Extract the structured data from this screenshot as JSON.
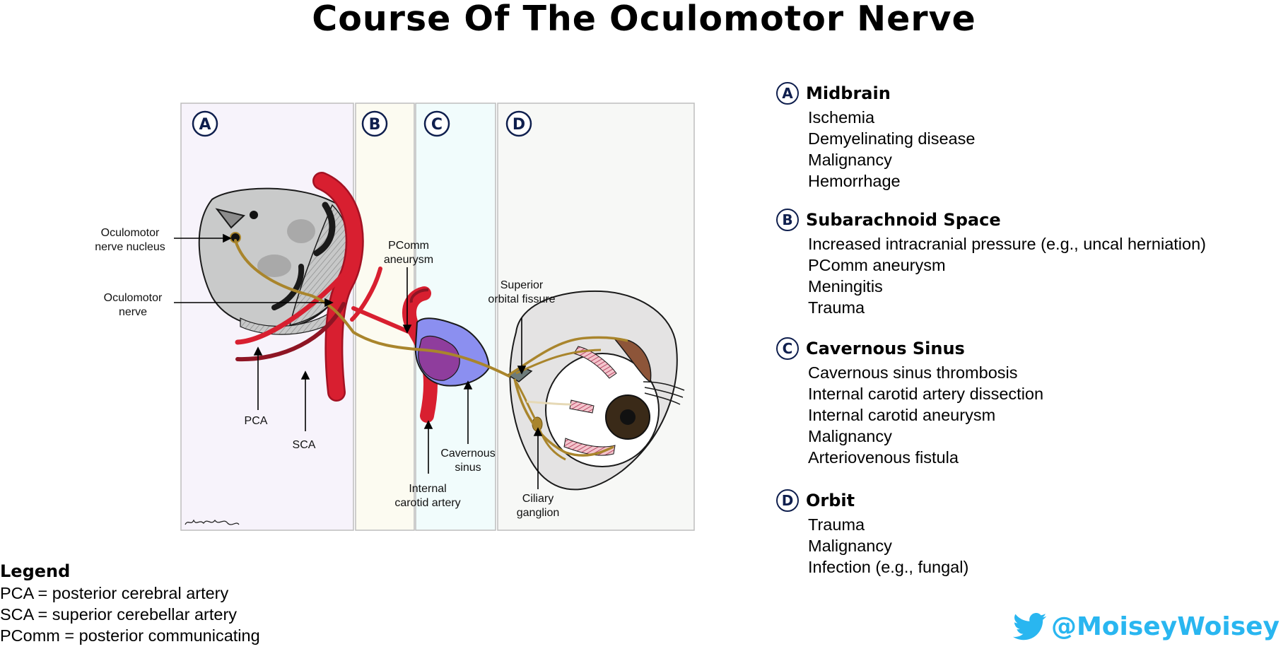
{
  "title": "Course Of The Oculomotor Nerve",
  "panels": [
    {
      "letter": "A",
      "fill": "#f7f3fb"
    },
    {
      "letter": "B",
      "fill": "#fcfbf1"
    },
    {
      "letter": "C",
      "fill": "#f1fcfc"
    },
    {
      "letter": "D",
      "fill": "#f7f8f6"
    }
  ],
  "diagram_labels": {
    "oculomotor_nucleus": [
      "Oculomotor",
      "nerve nucleus"
    ],
    "oculomotor_nerve": [
      "Oculomotor",
      "nerve"
    ],
    "pca": "PCA",
    "sca": "SCA",
    "pcomm_aneurysm": [
      "PComm",
      "aneurysm"
    ],
    "cavernous_sinus": [
      "Cavernous",
      "sinus"
    ],
    "internal_carotid": [
      "Internal",
      "carotid artery"
    ],
    "superior_orbital_fissure": [
      "Superior",
      "orbital fissure"
    ],
    "ciliary_ganglion": [
      "Ciliary",
      "ganglion"
    ]
  },
  "sections": [
    {
      "letter": "A",
      "title": "Midbrain",
      "items": [
        "Ischemia",
        "Demyelinating disease",
        "Malignancy",
        "Hemorrhage"
      ]
    },
    {
      "letter": "B",
      "title": "Subarachnoid Space",
      "items": [
        "Increased intracranial pressure (e.g., uncal herniation)",
        "PComm aneurysm",
        "Meningitis",
        "Trauma"
      ]
    },
    {
      "letter": "C",
      "title": "Cavernous Sinus",
      "items": [
        "Cavernous sinus thrombosis",
        "Internal carotid artery dissection",
        "Internal carotid aneurysm",
        "Malignancy",
        "Arteriovenous fistula"
      ]
    },
    {
      "letter": "D",
      "title": "Orbit",
      "items": [
        "Trauma",
        "Malignancy",
        "Infection (e.g., fungal)"
      ]
    }
  ],
  "legend": {
    "title": "Legend",
    "items": [
      "PCA = posterior cerebral artery",
      "SCA = superior cerebellar artery",
      "PComm = posterior communicating"
    ]
  },
  "handle": {
    "text": "@MoiseyWoisey",
    "icon": "twitter-bird-icon",
    "color": "#29b6f0"
  },
  "colors": {
    "nerve": "#a9852c",
    "artery": "#d81f30",
    "artery_dark": "#8e1524",
    "sinus": "#8b8ff0",
    "brain": "#c9caca",
    "badge": "#0f1f4e"
  }
}
